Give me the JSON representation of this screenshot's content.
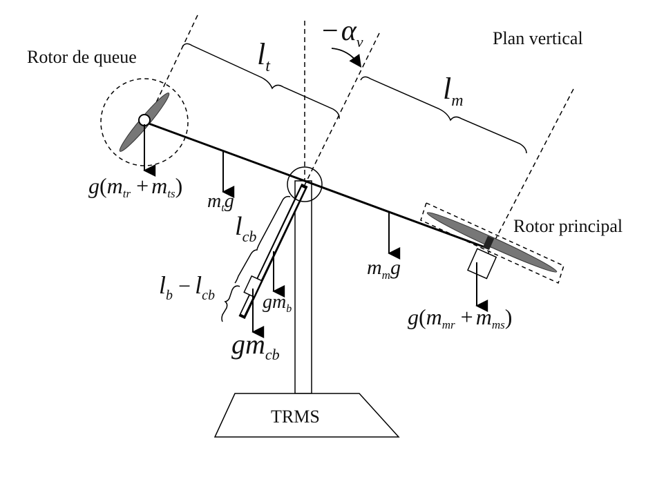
{
  "labels": {
    "plane": "Plan vertical",
    "tail_rotor": "Rotor de queue",
    "main_rotor": "Rotor principal",
    "base": "TRMS"
  },
  "symbols": {
    "alpha": {
      "minus": "−",
      "greek": "α",
      "sub": "v"
    },
    "lt": {
      "base": "l",
      "sub": "t"
    },
    "lm": {
      "base": "l",
      "sub": "m"
    },
    "lcb": {
      "base": "l",
      "sub": "cb"
    },
    "lb_lcb": {
      "l1": "l",
      "s1": "b",
      "op": " −",
      "l2": "l",
      "s2": "cb"
    },
    "mtg": {
      "m": "m",
      "sub": "t",
      "g": "g"
    },
    "mmg": {
      "m": "m",
      "sub": "m",
      "g": "g"
    },
    "gmb": {
      "g": "g",
      "m": "m",
      "sub": "b"
    },
    "gmcb": {
      "g": "g",
      "m": "m",
      "sub": "cb"
    },
    "tail_weight": {
      "g": "g",
      "open": "(",
      "m1": "m",
      "s1": "tr",
      "op": " +",
      "m2": "m",
      "s2": "ts",
      "close": ")"
    },
    "main_weight": {
      "g": "g",
      "open": "(",
      "m1": "m",
      "s1": "mr",
      "op": " +",
      "m2": "m",
      "s2": "ms",
      "close": ")"
    }
  }
}
